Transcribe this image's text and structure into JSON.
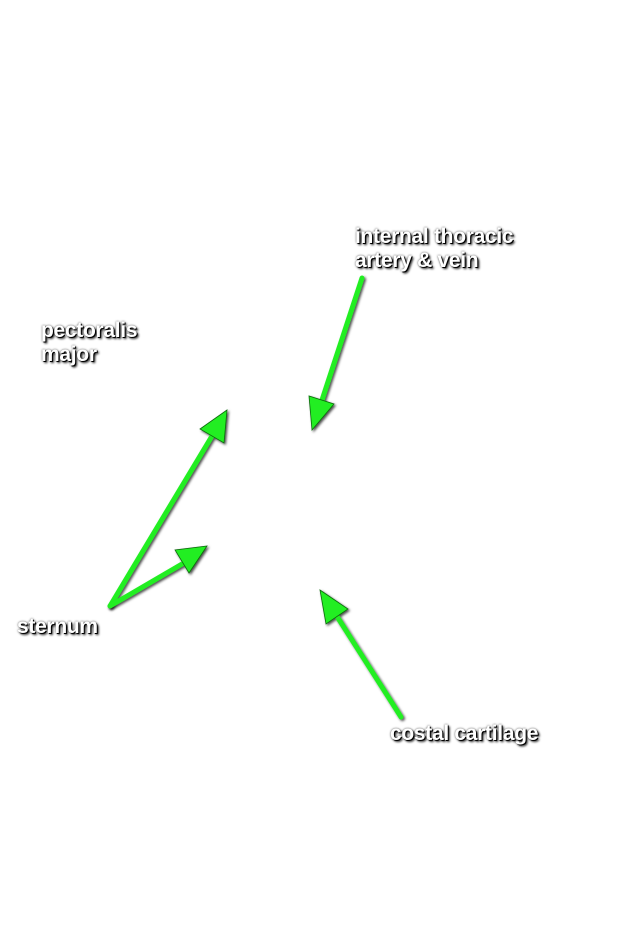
{
  "labels": {
    "pectoralis_major": {
      "line1": "pectoralis",
      "line2": "major"
    },
    "internal_thoracic": {
      "line1": "internal thoracic",
      "line2": "artery & vein"
    },
    "sternum": "sternum",
    "costal_cartilage": "costal cartilage"
  },
  "colors": {
    "arrow": "#22ee22",
    "arrow_outline": "#0a6b0a",
    "label_text": "#ffffff",
    "label_shadow": "#000000",
    "background": "#ffffff"
  }
}
